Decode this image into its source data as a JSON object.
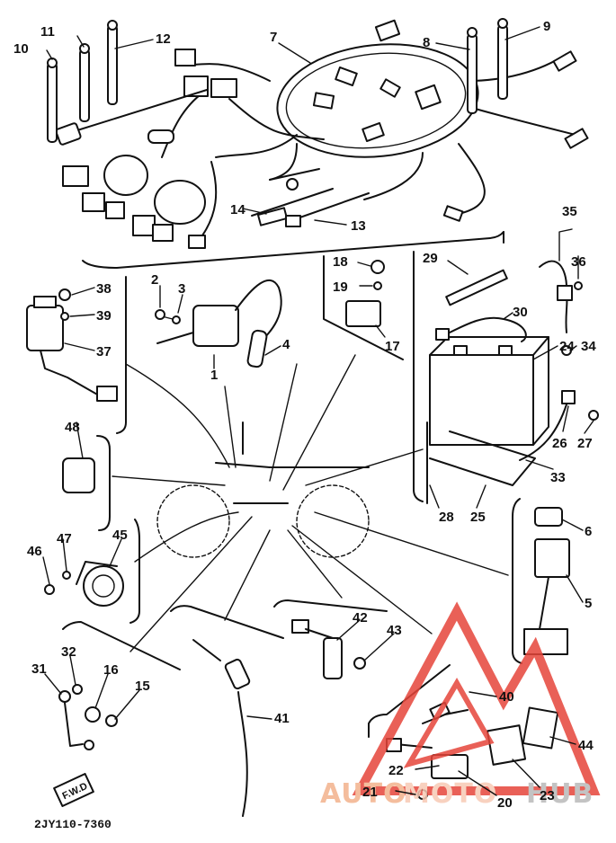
{
  "diagram": {
    "drawing_code": "2JY110-7360",
    "watermark": {
      "part1": "AUTO",
      "part2": "MOTO",
      "part3": "HUB",
      "colors": {
        "auto": "#f3b28c",
        "moto": "#f7c9b5",
        "hub": "#b9b9b9",
        "triangle": "#e6453a"
      }
    },
    "callouts": {
      "n1": "1",
      "n2": "2",
      "n3": "3",
      "n4": "4",
      "n5": "5",
      "n6": "6",
      "n7": "7",
      "n8": "8",
      "n9": "9",
      "n10": "10",
      "n11": "11",
      "n12": "12",
      "n13": "13",
      "n14": "14",
      "n15": "15",
      "n16": "16",
      "n17": "17",
      "n18": "18",
      "n19": "19",
      "n20": "20",
      "n21": "21",
      "n22": "22",
      "n23": "23",
      "n24": "24",
      "n25": "25",
      "n26": "26",
      "n27": "27",
      "n28": "28",
      "n29": "29",
      "n30": "30",
      "n31": "31",
      "n32": "32",
      "n33": "33",
      "n34": "34",
      "n35": "35",
      "n36": "36",
      "n37": "37",
      "n38": "38",
      "n39": "39",
      "n40": "40",
      "n41": "41",
      "n42": "42",
      "n43": "43",
      "n44": "44",
      "n45": "45",
      "n46": "46",
      "n47": "47",
      "n48": "48"
    },
    "tag_text": "F.W.D"
  }
}
